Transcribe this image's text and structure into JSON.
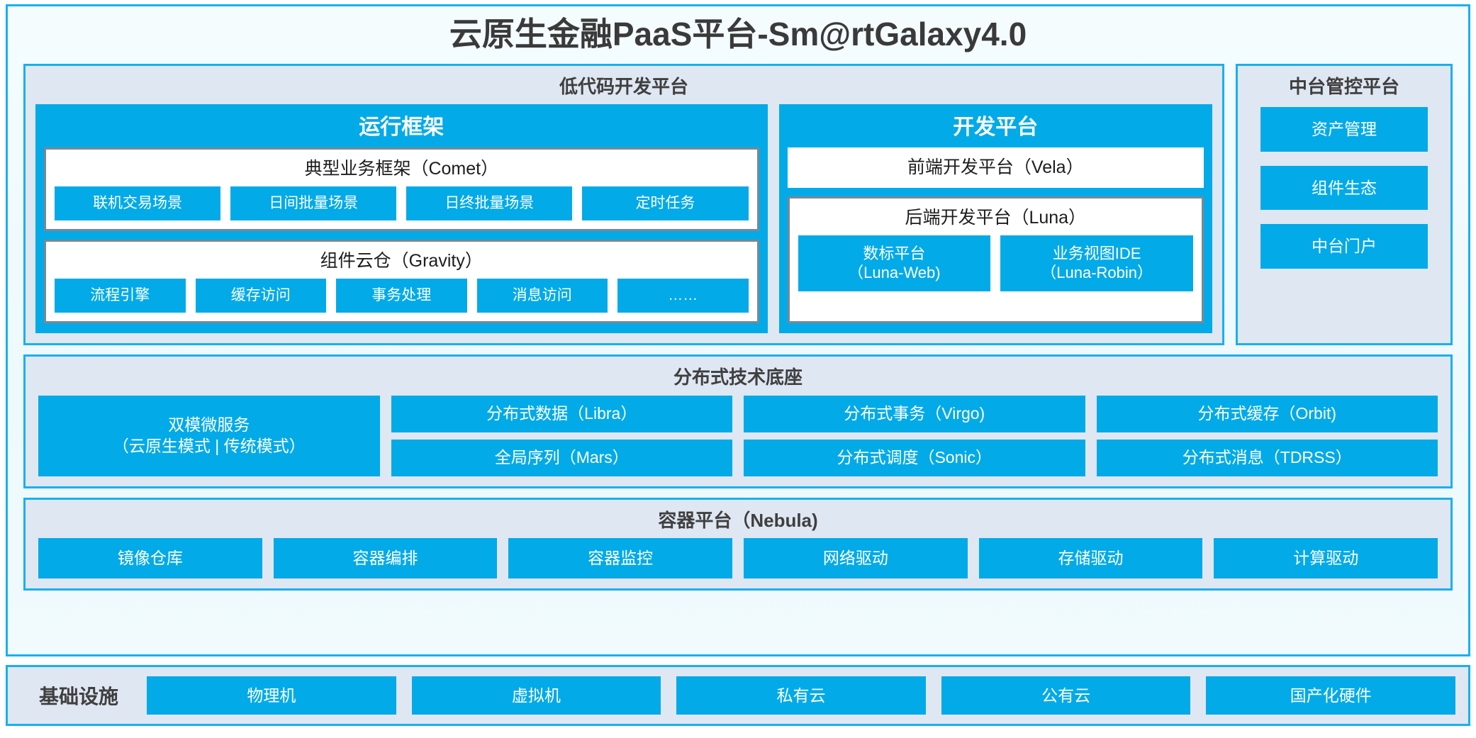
{
  "title": "云原生金融PaaS平台-Sm@rtGalaxy4.0",
  "colors": {
    "accent_blue": "#02aae8",
    "panel_border": "#19b0ee",
    "panel_fill": "#dfe7f2",
    "inner_border": "#7b8794",
    "text_dark": "#3f3f3f"
  },
  "lowcode": {
    "title": "低代码开发平台",
    "runtime": {
      "title": "运行框架",
      "comet": {
        "title": "典型业务框架（Comet）",
        "items": [
          "联机交易场景",
          "日间批量场景",
          "日终批量场景",
          "定时任务"
        ]
      },
      "gravity": {
        "title": "组件云仓（Gravity）",
        "items": [
          "流程引擎",
          "缓存访问",
          "事务处理",
          "消息访问",
          "……"
        ]
      }
    },
    "devplatform": {
      "title": "开发平台",
      "vela": "前端开发平台（Vela）",
      "luna": {
        "title": "后端开发平台（Luna）",
        "items": [
          {
            "name": "数标平台",
            "code": "（Luna-Web)"
          },
          {
            "name": "业务视图IDE",
            "code": "（Luna-Robin）"
          }
        ]
      }
    }
  },
  "zhongtai": {
    "title": "中台管控平台",
    "items": [
      "资产管理",
      "组件生态",
      "中台门户"
    ]
  },
  "distributed": {
    "title": "分布式技术底座",
    "columns": [
      {
        "type": "tall",
        "cells": [
          {
            "line1": "双模微服务",
            "line2": "（云原生模式 | 传统模式）"
          }
        ]
      },
      {
        "type": "stack",
        "cells": [
          {
            "line1": "分布式数据（Libra）"
          },
          {
            "line1": "全局序列（Mars）"
          }
        ]
      },
      {
        "type": "stack",
        "cells": [
          {
            "line1": "分布式事务（Virgo)"
          },
          {
            "line1": "分布式调度（Sonic）"
          }
        ]
      },
      {
        "type": "stack",
        "cells": [
          {
            "line1": "分布式缓存（Orbit)"
          },
          {
            "line1": "分布式消息（TDRSS）"
          }
        ]
      }
    ]
  },
  "container": {
    "title": "容器平台（Nebula)",
    "items": [
      "镜像仓库",
      "容器编排",
      "容器监控",
      "网络驱动",
      "存储驱动",
      "计算驱动"
    ]
  },
  "infrastructure": {
    "label": "基础设施",
    "items": [
      "物理机",
      "虚拟机",
      "私有云",
      "公有云",
      "国产化硬件"
    ]
  }
}
